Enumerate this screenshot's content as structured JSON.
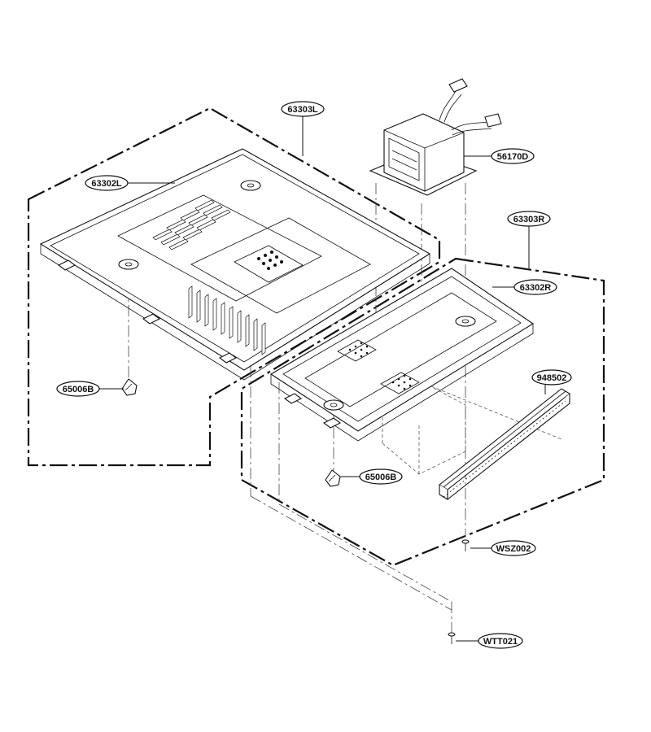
{
  "callouts": {
    "p63303L": "63303L",
    "p63302L": "63302L",
    "p56170D": "56170D",
    "p63303R": "63303R",
    "p63302R": "63302R",
    "p948502": "948502",
    "p65006B_left": "65006B",
    "p65006B_right": "65006B",
    "pWSZ002": "WSZ002",
    "pWTT021": "WTT021"
  }
}
